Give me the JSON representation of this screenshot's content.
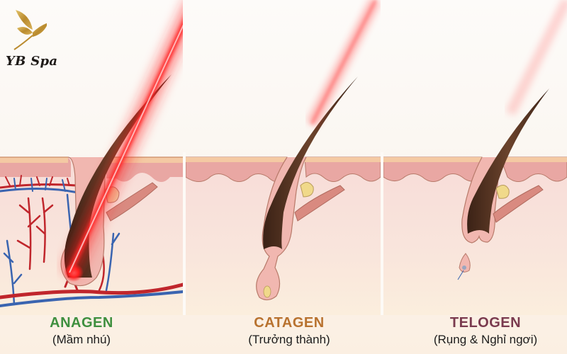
{
  "brand": {
    "name": "YB Spa",
    "logo_icon": "golden-butterfly-icon",
    "logo_color": "#c9a24a"
  },
  "diagram": {
    "title_hidden": "Hair growth cycle under laser",
    "colors": {
      "skin_epidermis": "#f3c9a5",
      "skin_dermis": "#e8a4a0",
      "dermis_lower": "#f6dcd6",
      "hair": "#4a2c1d",
      "laser": "#ff2a2a",
      "artery": "#c0262c",
      "vein": "#3a64b0",
      "sebaceous_gland": "#f0d98a"
    },
    "panels": [
      {
        "id": "anagen",
        "phase": "ANAGEN",
        "subtitle": "(Mầm nhú)",
        "phase_color": "#3e8f3e",
        "laser_intensity": "strong"
      },
      {
        "id": "catagen",
        "phase": "CATAGEN",
        "subtitle": "(Trưởng thành)",
        "phase_color": "#b8722f",
        "laser_intensity": "medium"
      },
      {
        "id": "telogen",
        "phase": "TELOGEN",
        "subtitle": "(Rụng & Nghỉ ngơi)",
        "phase_color": "#7a3a4e",
        "laser_intensity": "faint"
      }
    ]
  }
}
